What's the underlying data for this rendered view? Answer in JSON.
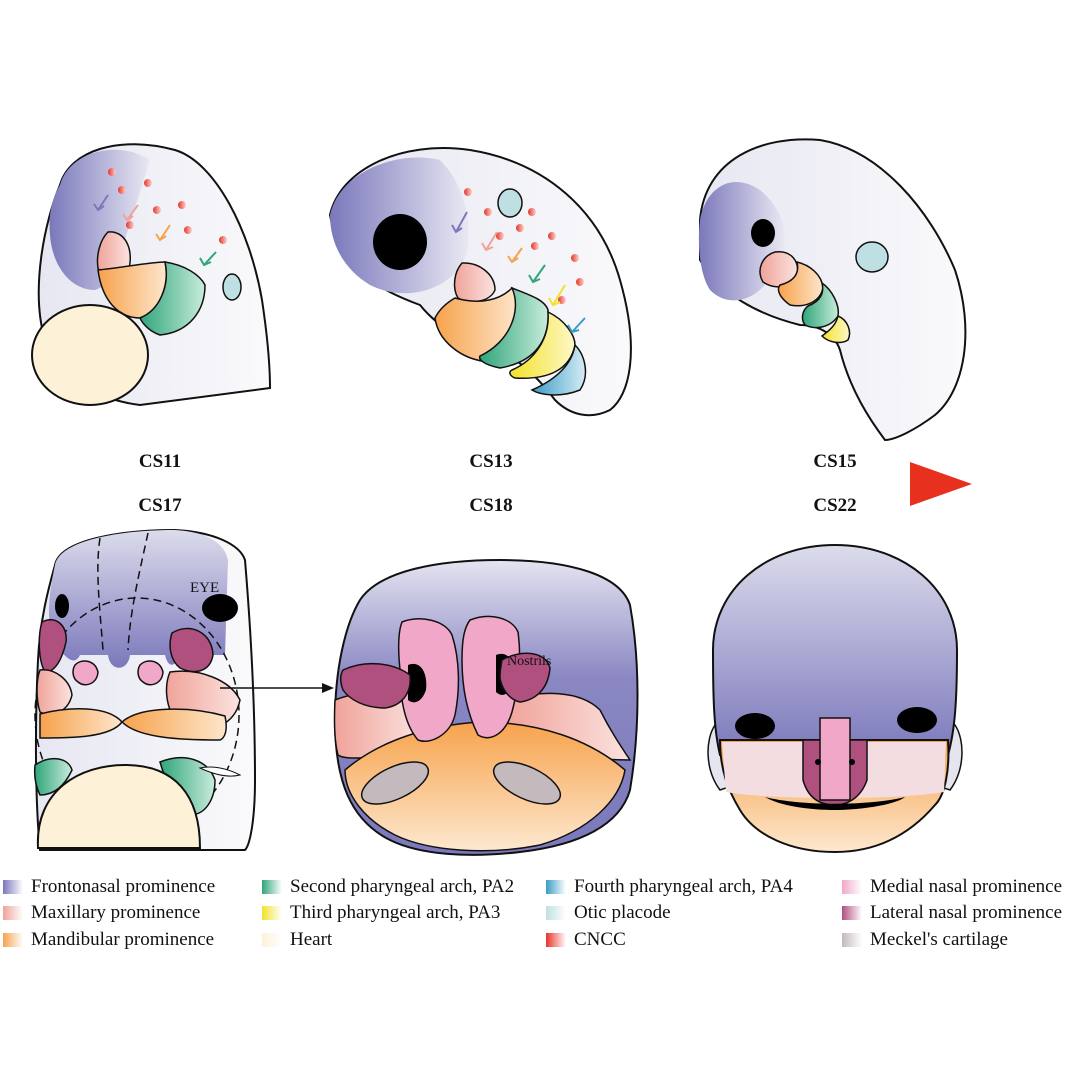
{
  "stages": {
    "cs11": "CS11",
    "cs13": "CS13",
    "cs15": "CS15",
    "cs17": "CS17",
    "cs18": "CS18",
    "cs22": "CS22"
  },
  "annotations": {
    "eye": "EYE",
    "nostrils": "Nostrils"
  },
  "colors": {
    "frontonasal": "#7b78bb",
    "maxillary": "#f0a39a",
    "mandibular": "#f7a24c",
    "pa2": "#2fa57a",
    "pa3": "#f2e22a",
    "pa4": "#3a9cc6",
    "heart": "#fdf1d8",
    "otic": "#bfe0e3",
    "cncc": "#e8332a",
    "medial_nasal": "#f1a8c8",
    "lateral_nasal": "#b0507f",
    "meckel": "#c4b9bd",
    "timeline": "#e8301f"
  },
  "legend": [
    {
      "label": "Frontonasal prominence",
      "color": "#7b78bb"
    },
    {
      "label": "Maxillary prominence",
      "color": "#f0a39a"
    },
    {
      "label": "Mandibular prominence",
      "color": "#f7a24c"
    },
    {
      "label": "Second pharyngeal arch, PA2",
      "color": "#2fa57a"
    },
    {
      "label": "Third pharyngeal arch, PA3",
      "color": "#f2e22a"
    },
    {
      "label": "Heart",
      "color": "#fdf1d8"
    },
    {
      "label": "Fourth pharyngeal arch, PA4",
      "color": "#3a9cc6"
    },
    {
      "label": "Otic placode",
      "color": "#bfe0e3"
    },
    {
      "label": "CNCC",
      "color": "#e8332a"
    },
    {
      "label": "Medial nasal prominence",
      "color": "#f1a8c8"
    },
    {
      "label": "Lateral nasal prominence",
      "color": "#b0507f"
    },
    {
      "label": "Meckel's cartilage",
      "color": "#c4b9bd"
    }
  ]
}
